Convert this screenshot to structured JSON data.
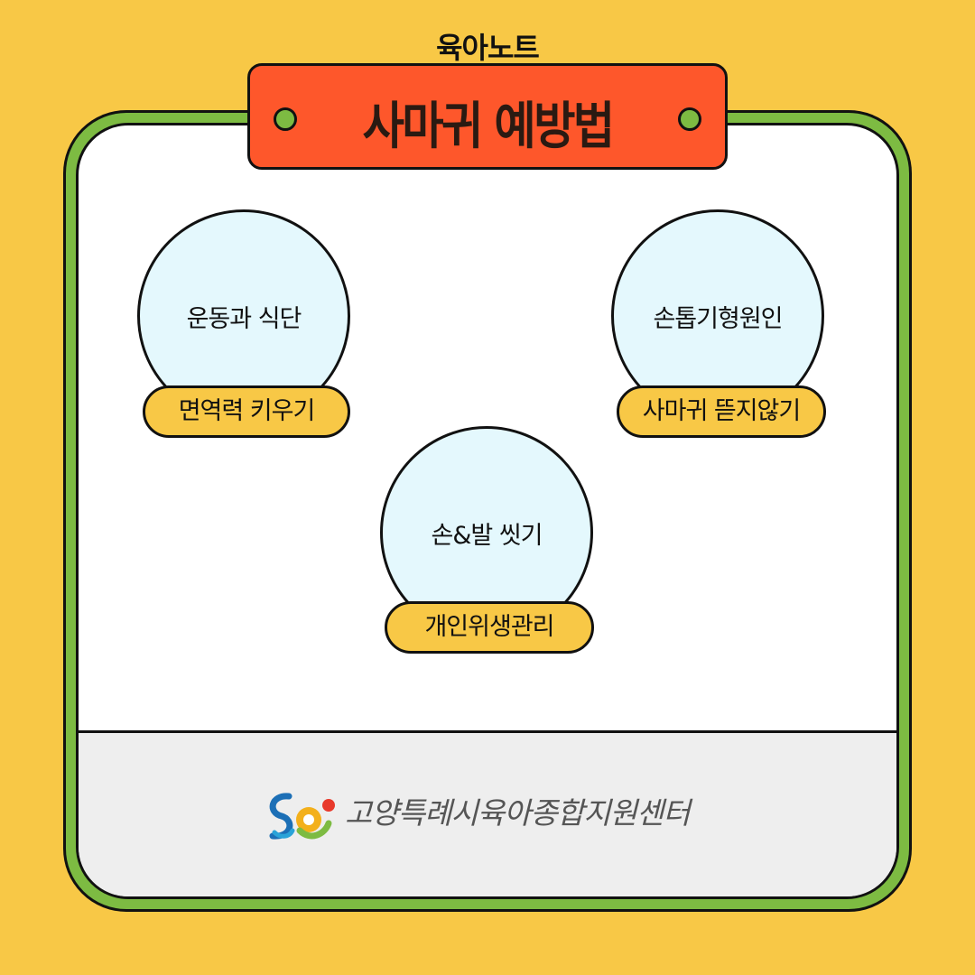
{
  "header": {
    "series_label": "육아노트"
  },
  "banner": {
    "title": "사마귀 예방법"
  },
  "items": [
    {
      "circle_label": "운동과 식단",
      "pill_label": "면역력 키우기"
    },
    {
      "circle_label": "손톱기형원인",
      "pill_label": "사마귀 뜯지않기"
    },
    {
      "circle_label": "손&발 씻기",
      "pill_label": "개인위생관리"
    }
  ],
  "footer": {
    "org_name": "고양특례시육아종합지원센터",
    "logo_icon": "center-logo-icon"
  },
  "colors": {
    "background": "#f8c846",
    "frame_green": "#7dbb42",
    "banner_red": "#fe572b",
    "bubble_blue": "#e4f8fd",
    "pill_yellow": "#f8c846",
    "footer_gray": "#eeeeee"
  }
}
